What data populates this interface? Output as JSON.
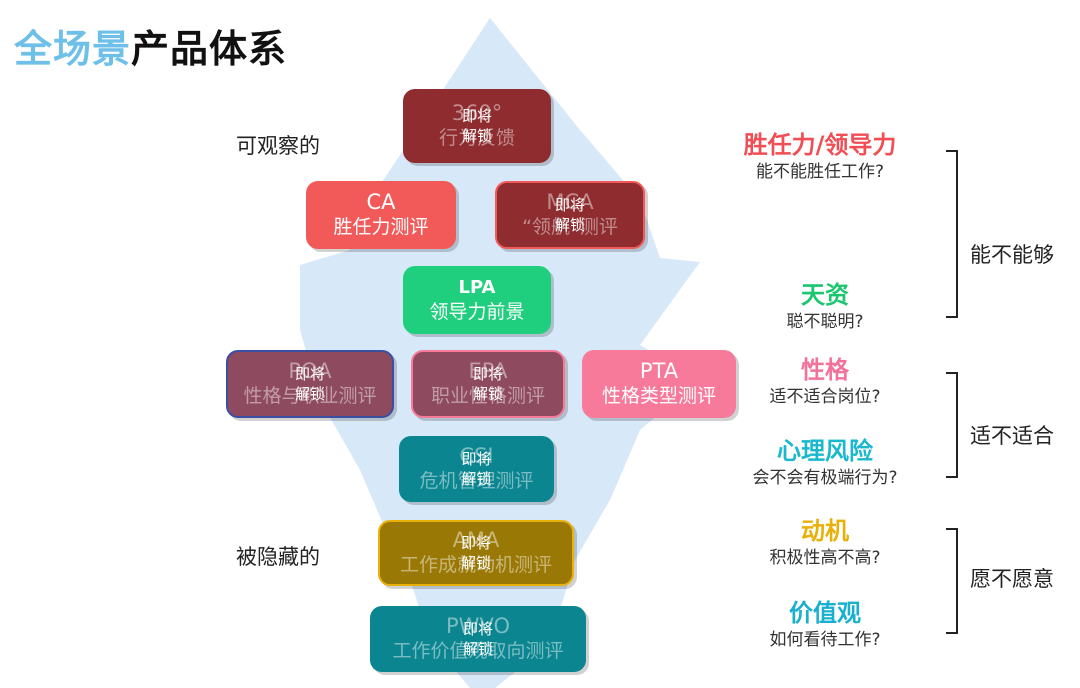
{
  "title": {
    "prefix": "全场景",
    "suffix": "产品体系"
  },
  "left_labels": {
    "observable": "可观察的",
    "hidden": "被隐藏的"
  },
  "lock_text": {
    "line1": "即将",
    "line2": "解锁"
  },
  "products": [
    {
      "id": "360",
      "code": "360°",
      "name": "行为反馈",
      "color": "#8e2c2f",
      "locked": true
    },
    {
      "id": "ca",
      "code": "CA",
      "name": "胜任力测评",
      "color": "#f25a5a",
      "locked": false
    },
    {
      "id": "mca",
      "code": "MCA",
      "name": "“领航”测评",
      "color": "#8e2c2f",
      "locked": true
    },
    {
      "id": "lpa",
      "code": "LPA",
      "name": "领导力前景",
      "color": "#1fcf7e",
      "locked": false
    },
    {
      "id": "poa",
      "code": "POA",
      "name": "性格与职业测评",
      "color": "#8e4a5e",
      "locked": true
    },
    {
      "id": "epa",
      "code": "EPA",
      "name": "职业性格测评",
      "color": "#8e4a5e",
      "locked": true
    },
    {
      "id": "pta",
      "code": "PTA",
      "name": "性格类型测评",
      "color": "#f77a9a",
      "locked": false
    },
    {
      "id": "csi",
      "code": "CSI",
      "name": "危机管理测评",
      "color": "#0b8590",
      "locked": true
    },
    {
      "id": "ama",
      "code": "AMA",
      "name": "工作成就动机测评",
      "color": "#9a7806",
      "locked": true
    },
    {
      "id": "pwvo",
      "code": "PWVO",
      "name": "工作价值观取向测评",
      "color": "#0b8590",
      "locked": true
    }
  ],
  "traits": [
    {
      "title": "胜任力/领导力",
      "question": "能不能胜任工作?",
      "color": "#f24d55"
    },
    {
      "title": "天资",
      "question": "聪不聪明?",
      "color": "#1cc66f"
    },
    {
      "title": "性格",
      "question": "适不适合岗位?",
      "color": "#f2739a"
    },
    {
      "title": "心理风险",
      "question": "会不会有极端行为?",
      "color": "#19b8cf"
    },
    {
      "title": "动机",
      "question": "积极性高不高?",
      "color": "#e8b10a"
    },
    {
      "title": "价值观",
      "question": "如何看待工作?",
      "color": "#19b0d0"
    }
  ],
  "groups": {
    "can": "能不能够",
    "fit": "适不适合",
    "will": "愿不愿意"
  },
  "colors": {
    "iceberg": "#d7e8f8",
    "title_accent": "#6fc0e8"
  }
}
